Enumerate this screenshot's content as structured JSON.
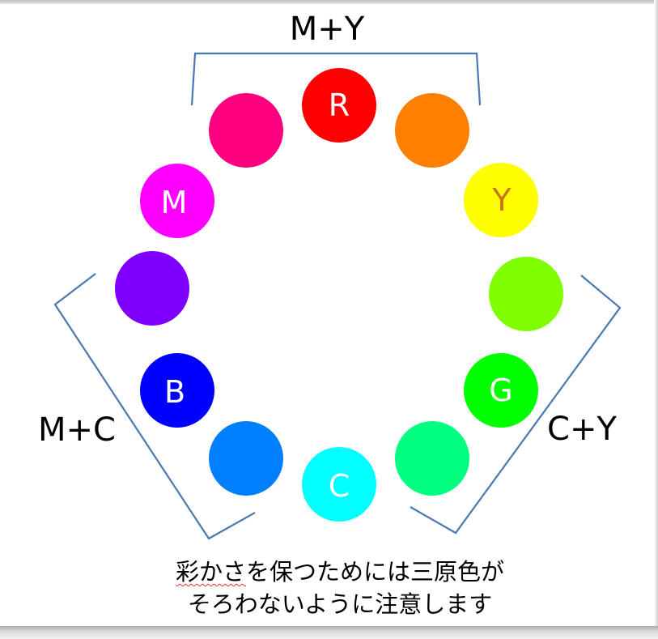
{
  "circles": [
    {
      "id": "red",
      "label": "R",
      "color": "#ff0000"
    },
    {
      "id": "red-orange",
      "label": "",
      "color": "#ff8000"
    },
    {
      "id": "yellow",
      "label": "Y",
      "color": "#ffff00"
    },
    {
      "id": "yellow-green",
      "label": "",
      "color": "#80ff00"
    },
    {
      "id": "green",
      "label": "G",
      "color": "#00ff00"
    },
    {
      "id": "green-cyan",
      "label": "",
      "color": "#00ff80"
    },
    {
      "id": "cyan",
      "label": "C",
      "color": "#00ffff"
    },
    {
      "id": "cyan-blue",
      "label": "",
      "color": "#0080ff"
    },
    {
      "id": "blue",
      "label": "B",
      "color": "#0000ff"
    },
    {
      "id": "violet",
      "label": "",
      "color": "#8000ff"
    },
    {
      "id": "magenta",
      "label": "M",
      "color": "#ff00ff"
    },
    {
      "id": "magenta-red",
      "label": "",
      "color": "#ff0080"
    }
  ],
  "groups": {
    "top": "M+Y",
    "left": "M+C",
    "right": "C+Y"
  },
  "bracket_color": "#4a78b0",
  "caption": {
    "line1_word": "彩かさ",
    "line1_rest": "を保つためには三原色が",
    "line2": "そろわないように注意します"
  }
}
